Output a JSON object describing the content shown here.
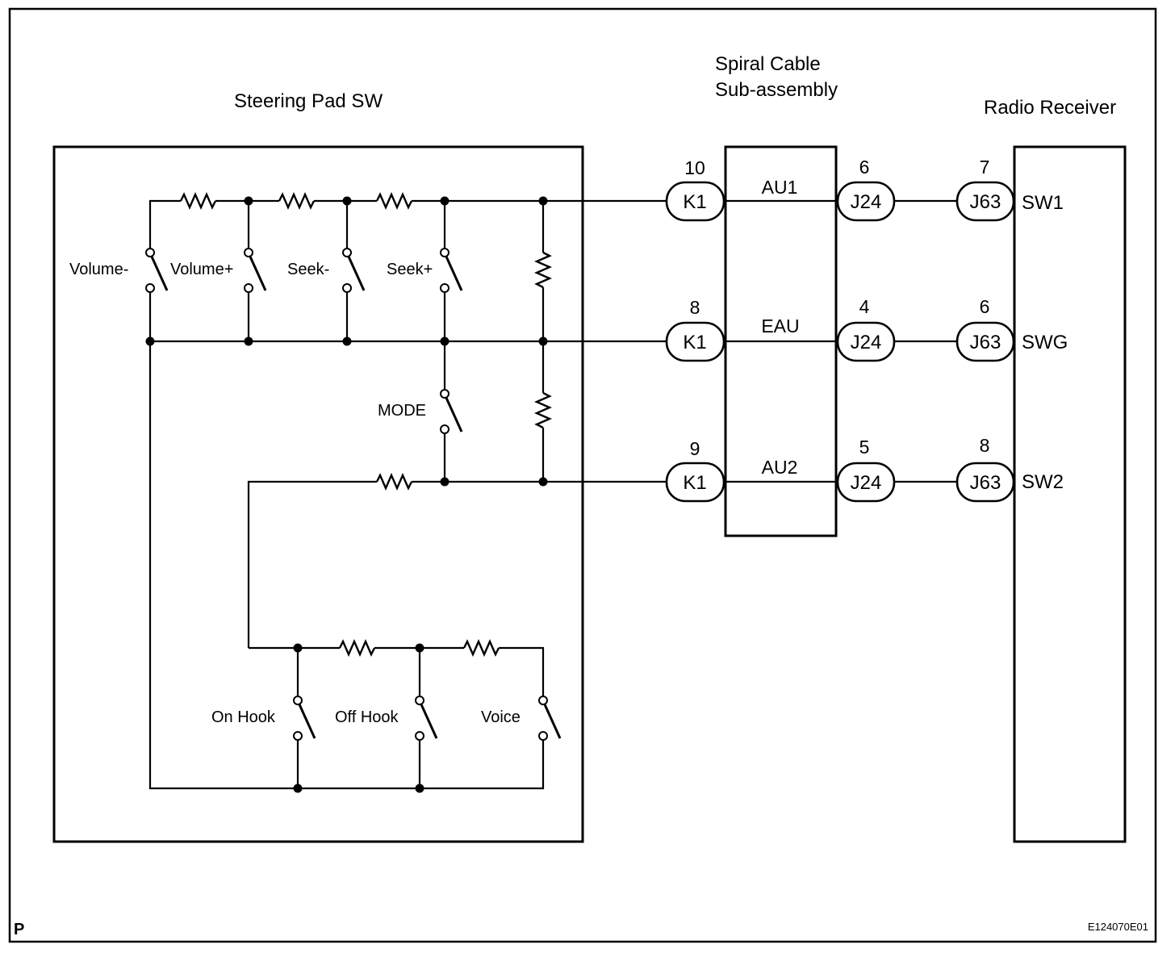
{
  "titles": {
    "steering_pad": "Steering Pad SW",
    "spiral_line1": "Spiral Cable",
    "spiral_line2": "Sub-assembly",
    "radio": "Radio Receiver"
  },
  "switches": {
    "volume_minus": "Volume-",
    "volume_plus": "Volume+",
    "seek_minus": "Seek-",
    "seek_plus": "Seek+",
    "mode": "MODE",
    "on_hook": "On Hook",
    "off_hook": "Off Hook",
    "voice": "Voice"
  },
  "connectors": {
    "row1": {
      "k1_pin": "10",
      "k1": "K1",
      "signal": "AU1",
      "j24_pin": "6",
      "j24": "J24",
      "j63_pin": "7",
      "j63": "J63",
      "terminal": "SW1"
    },
    "row2": {
      "k1_pin": "8",
      "k1": "K1",
      "signal": "EAU",
      "j24_pin": "4",
      "j24": "J24",
      "j63_pin": "6",
      "j63": "J63",
      "terminal": "SWG"
    },
    "row3": {
      "k1_pin": "9",
      "k1": "K1",
      "signal": "AU2",
      "j24_pin": "5",
      "j24": "J24",
      "j63_pin": "8",
      "j63": "J63",
      "terminal": "SW2"
    }
  },
  "footer": {
    "corner_mark": "P",
    "figure_code": "E124070E01"
  }
}
